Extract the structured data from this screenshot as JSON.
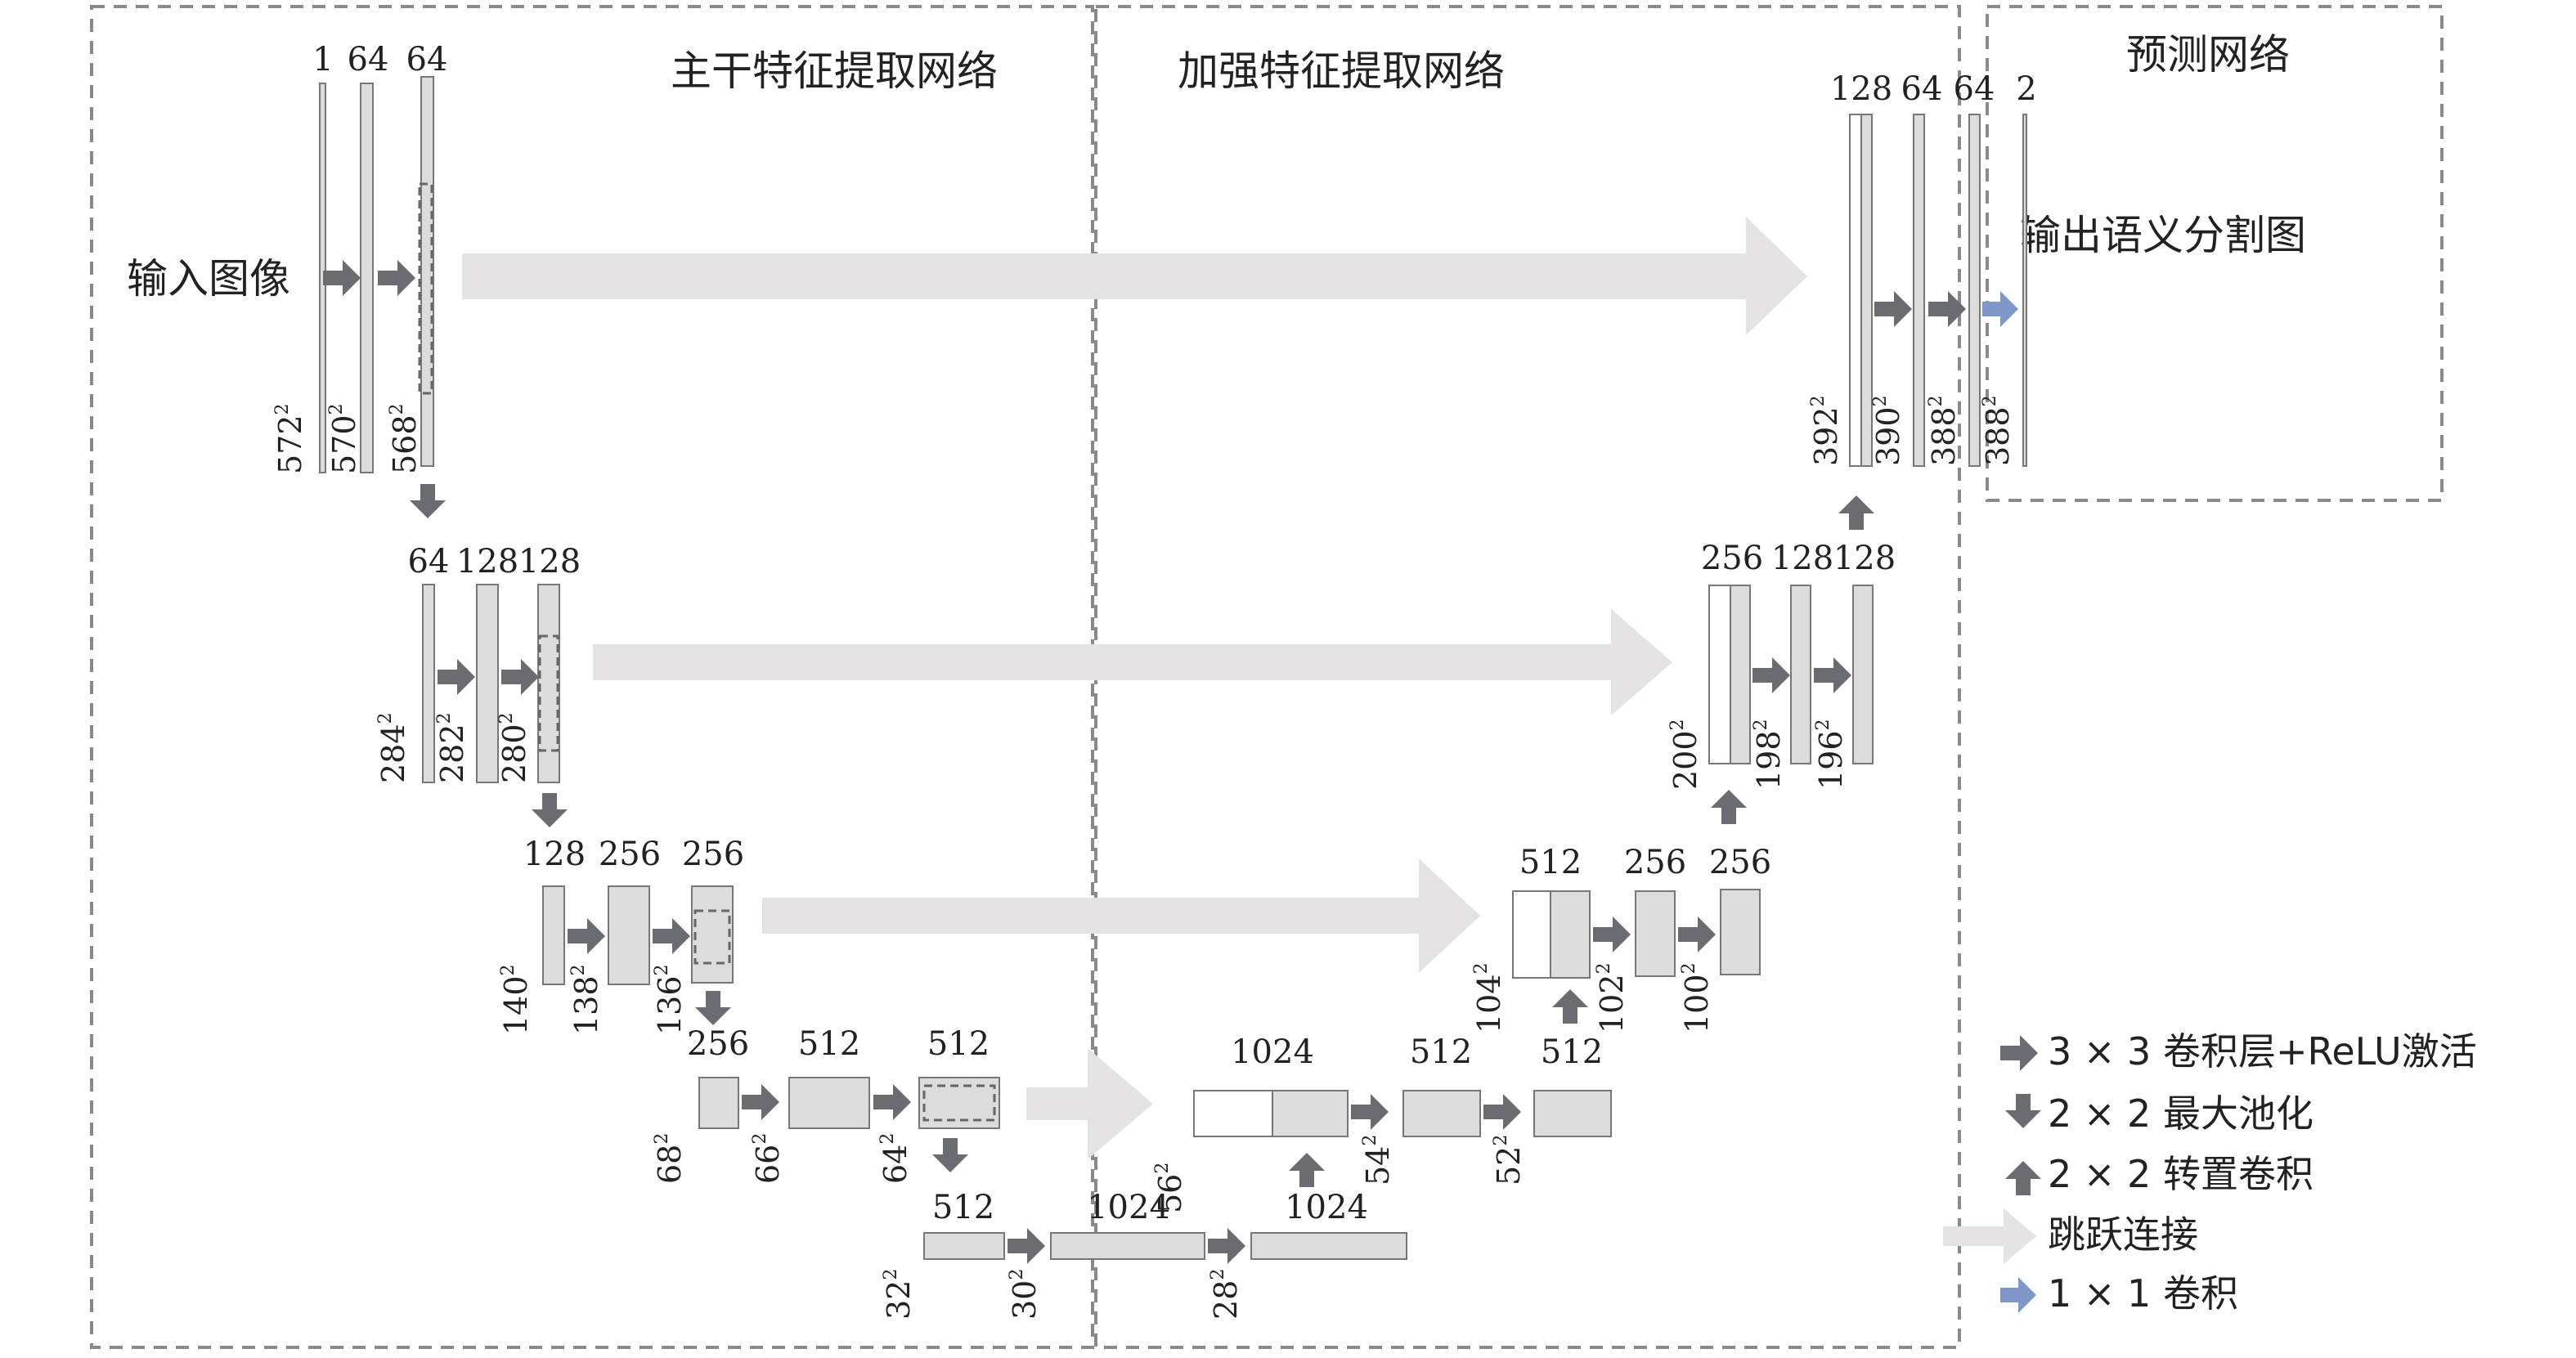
{
  "sections": {
    "backbone": "主干特征提取网络",
    "enhance": "加强特征提取网络",
    "predict": "预测网络"
  },
  "input_label": "输入图像",
  "output_label": "输出语义分割图",
  "levels": [
    {
      "channels": [
        "1",
        "64",
        "64"
      ],
      "sizes": [
        "572",
        "570",
        "568"
      ]
    },
    {
      "channels": [
        "64",
        "128",
        "128"
      ],
      "sizes": [
        "284",
        "282",
        "280"
      ]
    },
    {
      "channels": [
        "128",
        "256",
        "256"
      ],
      "sizes": [
        "140",
        "138",
        "136"
      ]
    },
    {
      "channels": [
        "256",
        "512",
        "512"
      ],
      "sizes": [
        "68",
        "66",
        "64"
      ]
    },
    {
      "channels": [
        "512",
        "1024",
        "1024"
      ],
      "sizes": [
        "32",
        "30",
        "28"
      ]
    }
  ],
  "decoder": [
    {
      "channels": [
        "1024",
        "512",
        "512"
      ],
      "sizes": [
        "56",
        "54",
        "52"
      ]
    },
    {
      "channels": [
        "512",
        "256",
        "256"
      ],
      "sizes": [
        "104",
        "102",
        "100"
      ]
    },
    {
      "channels": [
        "256",
        "128",
        "128"
      ],
      "sizes": [
        "200",
        "198",
        "196"
      ]
    },
    {
      "channels": [
        "128",
        "64",
        "64",
        "2"
      ],
      "sizes": [
        "392",
        "390",
        "388",
        "388"
      ]
    }
  ],
  "superscript": "2",
  "legend": [
    {
      "label": "3 × 3 卷积层+ReLU激活",
      "icon": "arrow-right-icon",
      "color": "#6b6b72"
    },
    {
      "label": "2 × 2 最大池化",
      "icon": "arrow-down-icon",
      "color": "#6b6b72"
    },
    {
      "label": "2 × 2 转置卷积",
      "icon": "arrow-up-icon",
      "color": "#6b6b72"
    },
    {
      "label": "跳跃连接",
      "icon": "skip-arrow-icon",
      "color": "#e4e2e2"
    },
    {
      "label": "1 × 1 卷积",
      "icon": "arrow-right-blue-icon",
      "color": "#7d97c9"
    }
  ],
  "colors": {
    "block_fill": "#dcdcdc",
    "block_stroke": "#777777",
    "arrow_dark": "#6b6b72",
    "arrow_skip": "#e4e2e2",
    "arrow_blue": "#7d97c9",
    "frame_dash": "#8a8a8a"
  }
}
